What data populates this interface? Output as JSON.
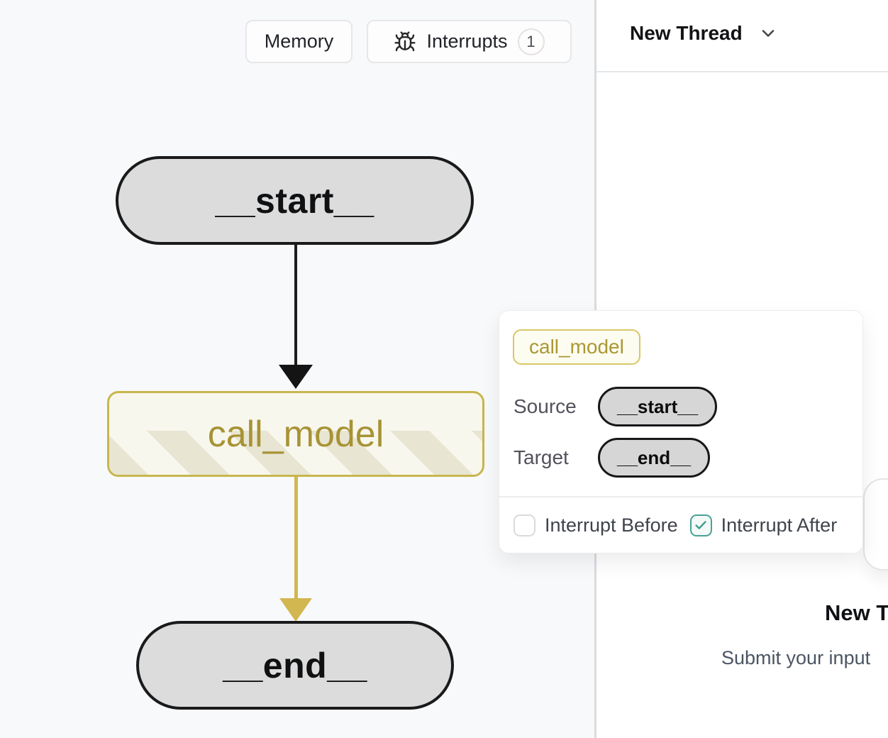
{
  "toolbar": {
    "memory_label": "Memory",
    "interrupts_label": "Interrupts",
    "interrupts_count": "1"
  },
  "graph": {
    "nodes": [
      {
        "id": "__start__",
        "label": "__start__",
        "type": "schema"
      },
      {
        "id": "call_model",
        "label": "call_model",
        "type": "node",
        "state": "interrupt-after"
      },
      {
        "id": "__end__",
        "label": "__end__",
        "type": "schema"
      }
    ],
    "edges": [
      {
        "from": "__start__",
        "to": "call_model",
        "color": "#1e1e1e"
      },
      {
        "from": "call_model",
        "to": "__end__",
        "color": "#d2b751"
      }
    ]
  },
  "popover": {
    "node_badge": "call_model",
    "source_label": "Source",
    "source_value": "__start__",
    "target_label": "Target",
    "target_value": "__end__",
    "interrupt_before": {
      "label": "Interrupt Before",
      "checked": false
    },
    "interrupt_after": {
      "label": "Interrupt After",
      "checked": true
    }
  },
  "panel": {
    "thread_selector_label": "New Thread",
    "empty_title": "New T",
    "empty_subtitle": "Submit your input"
  },
  "colors": {
    "canvas_bg": "#f8f9fa",
    "node_gray": "#dcdcdc",
    "node_border": "#1a1a1a",
    "accent_gold_border": "#c8b64e",
    "accent_gold_text": "#a79335",
    "accent_gold_fill": "#f8f7ee",
    "stripe_beige": "#e9e5d3",
    "edge_gold": "#d2b751",
    "teal_check": "#3f9b8c",
    "divider": "#d9dbde"
  }
}
